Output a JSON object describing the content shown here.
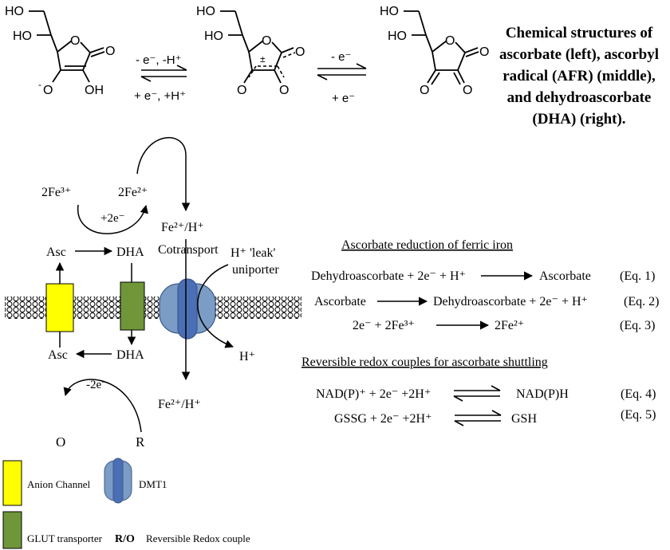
{
  "caption": {
    "line1": "Chemical structures of",
    "line2": "ascorbate (left), ascorbyl",
    "line3": "radical (AFR) (middle),",
    "line4": "and dehydroascorbate",
    "line5": "(DHA) (right)."
  },
  "structures": {
    "ho_label": "HO",
    "oh_label": "OH",
    "ring_o": "O",
    "carbonyl_o": "O",
    "anion_o": "O",
    "anion_charge": "-",
    "radical_dot": "±"
  },
  "reactions": {
    "r1_top": "- e⁻, -H⁺",
    "r1_bottom": "+ e⁻, +H⁺",
    "r2_top": "- e⁻",
    "r2_bottom": "+ e⁻"
  },
  "diagram": {
    "two_fe3": "2Fe³⁺",
    "two_fe2": "2Fe²⁺",
    "plus_2e": "+2e⁻",
    "asc": "Asc",
    "dha": "DHA",
    "fe2_h_top": "Fe²⁺/H⁺",
    "cotransport": "Cotransport",
    "h_leak": "H⁺ 'leak'",
    "uniporter": "uniporter",
    "h_out": "H⁺",
    "fe2_h_bottom": "Fe²⁺/H⁺",
    "minus_2e": "-2e⁻",
    "o_label": "O",
    "r_label": "R"
  },
  "equations": {
    "header1": "Ascorbate reduction of ferric iron",
    "eq1_left": "Dehydroascorbate + 2e⁻ + H⁺",
    "eq1_right": "Ascorbate",
    "eq1_tag": "(Eq. 1)",
    "eq2_left": "Ascorbate",
    "eq2_right": "Dehydroascorbate + 2e⁻ + H⁺",
    "eq2_tag": "(Eq. 2)",
    "eq3_left": "2e⁻ + 2Fe³⁺",
    "eq3_right": "2Fe²⁺",
    "eq3_tag": "(Eq. 3)",
    "header2": "Reversible redox couples for ascorbate shuttling",
    "eq4_left": "NAD(P)⁺ + 2e⁻ +2H⁺",
    "eq4_right": "NAD(P)H",
    "eq4_tag": "(Eq. 4)",
    "eq5_left": "GSSG + 2e⁻ +2H⁺",
    "eq5_right": "GSH",
    "eq5_tag": "(Eq. 5)"
  },
  "legend": {
    "anion_channel": "Anion Channel",
    "dmt1": "DMT1",
    "glut": "GLUT transporter",
    "ro_bold": "R/O",
    "redox": "Reversible Redox couple"
  },
  "colors": {
    "anion_channel": "#ffff00",
    "glut": "#70963a",
    "dmt1_light": "#7b9cc4",
    "dmt1_dark": "#4a6fb5"
  }
}
